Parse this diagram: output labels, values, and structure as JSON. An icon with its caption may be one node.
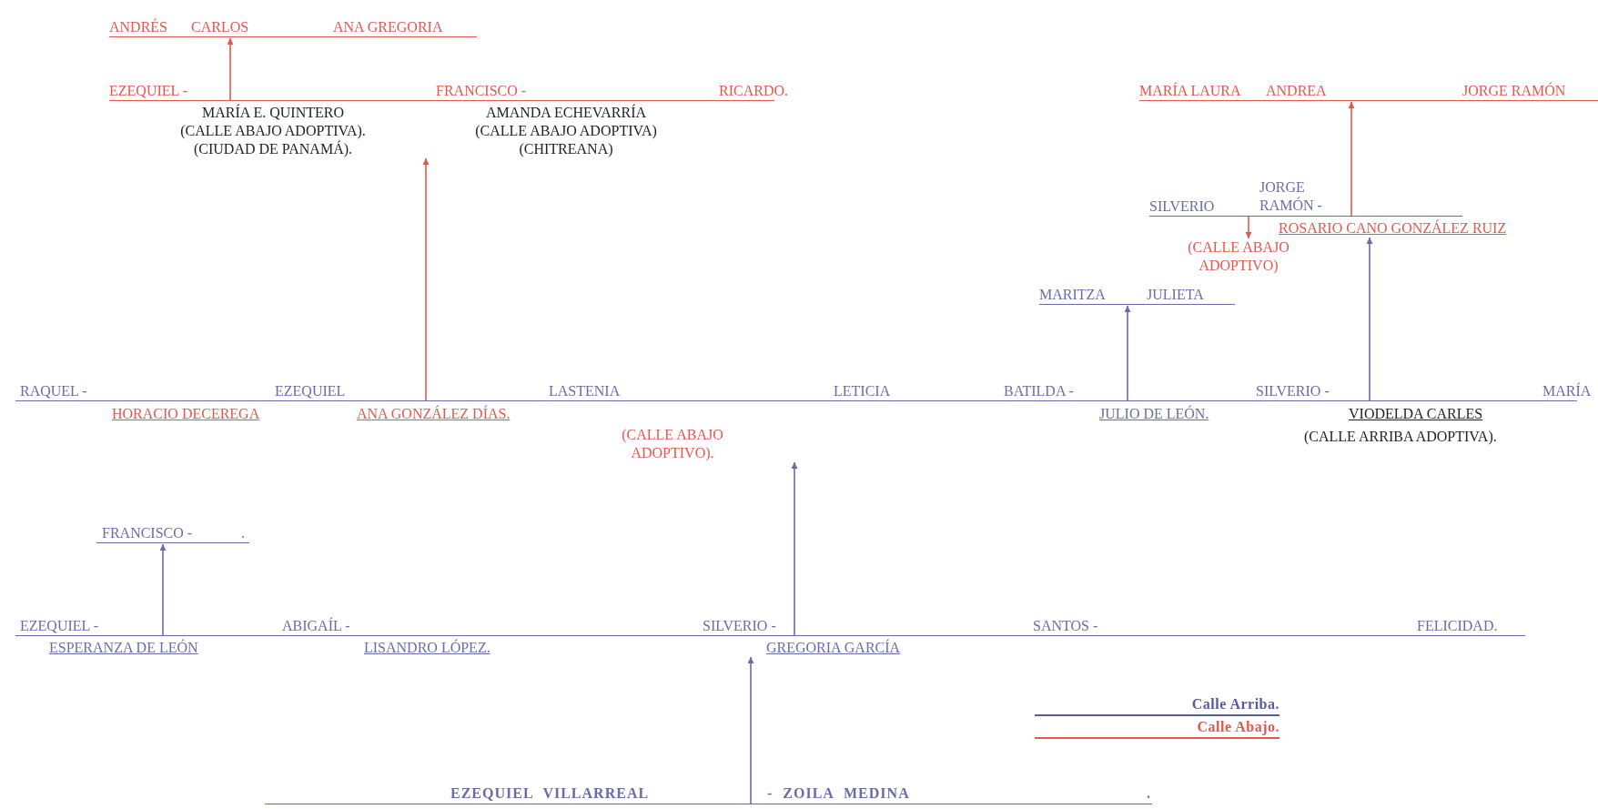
{
  "diagram": {
    "nodes": [
      {
        "text": [
          "ANDRÉS",
          "CARLOS",
          "ANA GREGORIA"
        ]
      },
      {
        "text": [
          "EZEQUIEL -",
          "FRANCISCO -",
          "RICARDO.",
          "MARÍA E. QUINTERO (CALLE ABAJO ADOPTIVA). (CIUDAD DE PANAMÁ).",
          "AMANDA ECHEVARRÍA (CALLE ABAJO ADOPTIVA) (CHITREANA)"
        ]
      },
      {
        "text": [
          "MARÍA LAURA",
          "ANDREA",
          "JORGE RAMÓN"
        ]
      },
      {
        "text": [
          "SILVERIO",
          "JORGE RAMÓN -",
          "ROSARIO CANO GONZÁLEZ RUIZ"
        ]
      },
      {
        "text": [
          "(CALLE ABAJO ADOPTIVO)"
        ]
      },
      {
        "text": [
          "MARITZA",
          "JULIETA"
        ]
      },
      {
        "text": [
          "RAQUEL -",
          "EZEQUIEL",
          "LASTENIA",
          "LETICIA",
          "BATILDA -",
          "SILVERIO -",
          "MARÍA",
          "HORACIO DECEREGA",
          "ANA GONZÁLEZ DÍAS.",
          "(CALLE ABAJO ADOPTIVO).",
          "JULIO DE LEÓN.",
          "VIODELDA CARLES",
          "(CALLE ARRIBA ADOPTIVA)."
        ]
      },
      {
        "text": [
          "FRANCISCO -",
          "."
        ]
      },
      {
        "text": [
          "EZEQUIEL -",
          "ABIGAÍL -",
          "SILVERIO -",
          "SANTOS -",
          "FELICIDAD.",
          "ESPERANZA DE LEÓN",
          "LISANDRO LÓPEZ.",
          "GREGORIA GARCÍA"
        ]
      },
      {
        "text": [
          "EZEQUIEL VILLARREAL",
          "- ZOILA MEDINA",
          "."
        ]
      }
    ],
    "edges": [
      {
        "from": 9,
        "to": 8,
        "arrow": "to"
      },
      {
        "from": 8,
        "to": 7,
        "arrow": "to"
      },
      {
        "from": 8,
        "to": 6,
        "arrow": "to"
      },
      {
        "from": 6,
        "to": 1,
        "arrow": "to",
        "color": "#e4574f"
      },
      {
        "from": 1,
        "to": 0,
        "arrow": "to",
        "color": "#e4574f"
      },
      {
        "from": 6,
        "to": 5,
        "arrow": "to"
      },
      {
        "from": 6,
        "to": 3,
        "arrow": "to"
      },
      {
        "from": 3,
        "to": 2,
        "arrow": "to",
        "color": "#e4574f"
      },
      {
        "from": 3,
        "to": 4,
        "arrow": "to",
        "color": "#e4574f"
      }
    ],
    "legend": [
      {
        "text": "Calle Arriba.",
        "color": "#5a5aa0"
      },
      {
        "text": "Calle Abajo.",
        "color": "#e4574f"
      }
    ]
  }
}
